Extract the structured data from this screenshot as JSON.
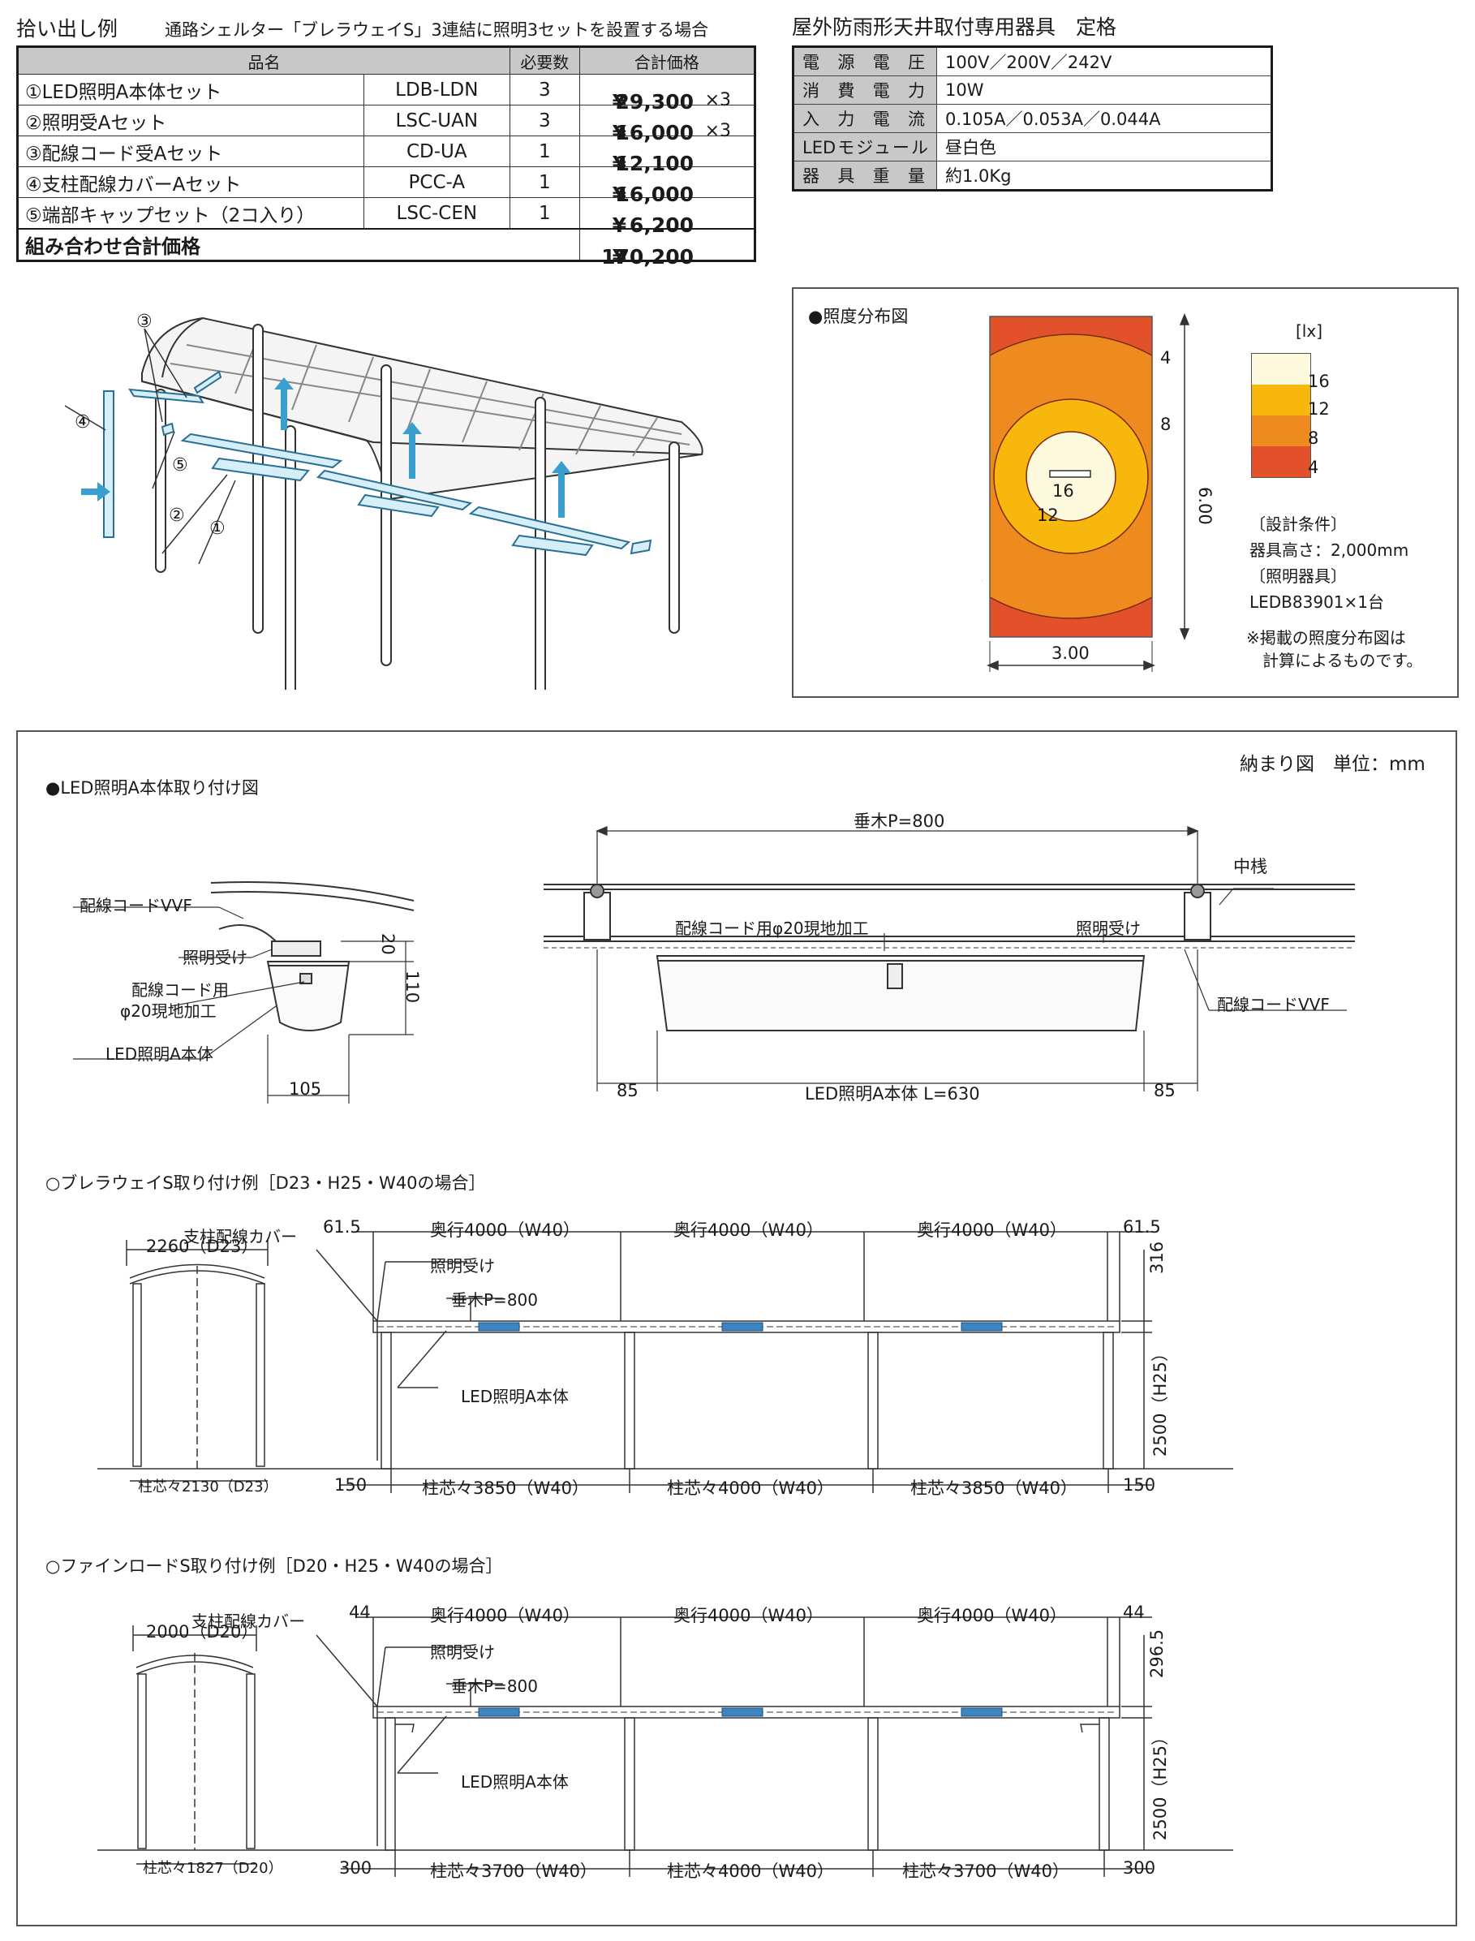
{
  "header": {
    "title": "拾い出し例",
    "subtitle": "通路シェルター「ブレラウェイS」3連結に照明3セットを設置する場合",
    "spec_title": "屋外防雨形天井取付専用器具　定格"
  },
  "parts_table": {
    "headers": [
      "品名",
      "必要数",
      "合計価格"
    ],
    "rows": [
      {
        "name": "①LED照明A本体セット",
        "code": "LDB-LDN",
        "qty": "3",
        "yen": "¥",
        "price": "29,300",
        "mult": "×3"
      },
      {
        "name": "②照明受Aセット",
        "code": "LSC-UAN",
        "qty": "3",
        "yen": "¥",
        "price": "16,000",
        "mult": "×3"
      },
      {
        "name": "③配線コード受Aセット",
        "code": "CD-UA",
        "qty": "1",
        "yen": "¥",
        "price": "12,100",
        "mult": ""
      },
      {
        "name": "④支柱配線カバーAセット",
        "code": "PCC-A",
        "qty": "1",
        "yen": "¥",
        "price": "16,000",
        "mult": ""
      },
      {
        "name": "⑤端部キャップセット（2コ入り）",
        "code": "LSC-CEN",
        "qty": "1",
        "yen": "¥",
        "price": "6,200",
        "mult": ""
      }
    ],
    "total_label": "組み合わせ合計価格",
    "total_yen": "¥",
    "total_price": "170,200"
  },
  "spec_table": [
    {
      "key": "電源電圧",
      "value": "100V／200V／242V"
    },
    {
      "key": "消費電力",
      "value": "10W"
    },
    {
      "key": "入力電流",
      "value": "0.105A／0.053A／0.044A"
    },
    {
      "key": "LEDモジュール",
      "value": "昼白色"
    },
    {
      "key": "器具重量",
      "value": "約1.0Kg"
    }
  ],
  "iso": {
    "labels": [
      "①",
      "②",
      "③",
      "④",
      "⑤"
    ]
  },
  "illuminance": {
    "title": "●照度分布図",
    "unit": "[lx]",
    "legend": [
      {
        "value": "16",
        "color": "#fdf9dc"
      },
      {
        "value": "12",
        "color": "#f8b70c"
      },
      {
        "value": "8",
        "color": "#ef8b1e"
      },
      {
        "value": "4",
        "color": "#e3512b"
      }
    ],
    "contour_labels": [
      "4",
      "8",
      "16",
      "12",
      "8",
      "4"
    ],
    "height_dim": "6.00",
    "width_dim": "3.00",
    "conditions": [
      "〔設計条件〕",
      "器具高さ：2,000mm",
      "〔照明器具〕",
      "LEDB83901×1台"
    ],
    "note": [
      "※掲載の照度分布図は",
      "計算によるものです。"
    ]
  },
  "install": {
    "header": "納まり図　単位：mm",
    "section_title": "●LED照明A本体取り付け図",
    "left": {
      "labels": [
        "配線コードVVF",
        "照明受け",
        "配線コード用",
        "φ20現地加工",
        "LED照明A本体"
      ],
      "dims": [
        "20",
        "110",
        "105"
      ]
    },
    "right": {
      "top_dim": "垂木P=800",
      "labels": [
        "中桟",
        "配線コード用φ20現地加工",
        "照明受け",
        "配線コードVVF"
      ],
      "bottom_dims": [
        "85",
        "LED照明A本体 L=630",
        "85"
      ]
    },
    "brella": {
      "title": "○ブレラウェイS取り付け例［D23・H25・W40の場合］",
      "side_dim": "2260（D23）",
      "side_bottom": "柱芯々2130（D23）",
      "cover_label": "支柱配線カバー",
      "top_dims": [
        "61.5",
        "奥行4000（W40）",
        "奥行4000（W40）",
        "奥行4000（W40）",
        "61.5"
      ],
      "labels": [
        "照明受け",
        "垂木P=800",
        "LED照明A本体"
      ],
      "v_dims": [
        "316",
        "2500（H25）"
      ],
      "bottom_dims": [
        "150",
        "柱芯々3850（W40）",
        "柱芯々4000（W40）",
        "柱芯々3850（W40）",
        "150"
      ]
    },
    "fine": {
      "title": "○ファインロードS取り付け例［D20・H25・W40の場合］",
      "side_dim": "2000（D20）",
      "side_bottom": "柱芯々1827（D20）",
      "cover_label": "支柱配線カバー",
      "top_dims": [
        "44",
        "奥行4000（W40）",
        "奥行4000（W40）",
        "奥行4000（W40）",
        "44"
      ],
      "labels": [
        "照明受け",
        "垂木P=800",
        "LED照明A本体"
      ],
      "v_dims": [
        "296.5",
        "2500（H25）"
      ],
      "bottom_dims": [
        "300",
        "柱芯々3700（W40）",
        "柱芯々4000（W40）",
        "柱芯々3700（W40）",
        "300"
      ]
    }
  }
}
